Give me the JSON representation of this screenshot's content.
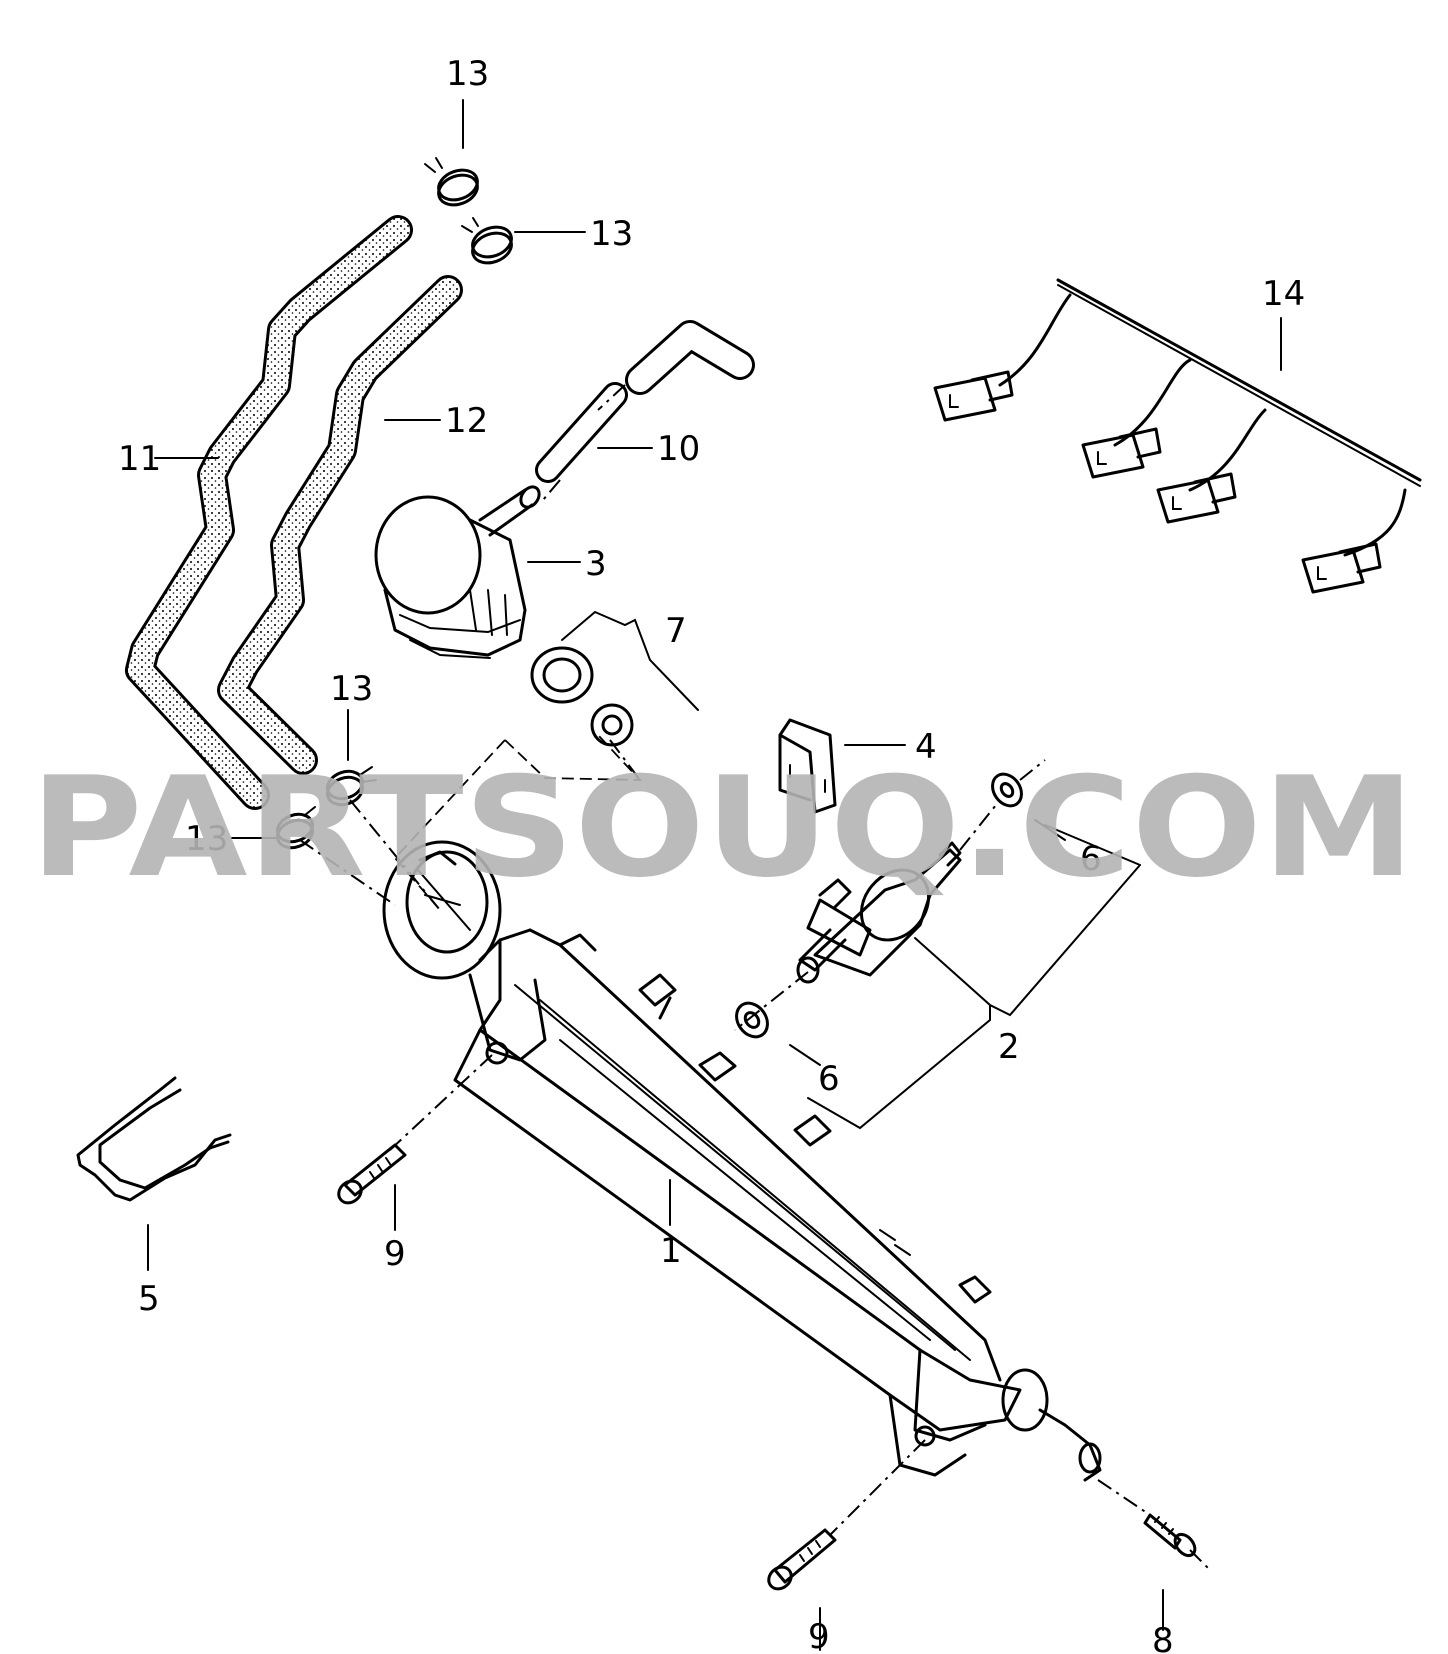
{
  "watermark": "PARTSOUQ.COM",
  "callouts": {
    "c1": "1",
    "c2": "2",
    "c3": "3",
    "c4": "4",
    "c5": "5",
    "c6a": "6",
    "c6b": "6",
    "c7": "7",
    "c8": "8",
    "c9a": "9",
    "c9b": "9",
    "c10": "10",
    "c11": "11",
    "c12": "12",
    "c13a": "13",
    "c13b": "13",
    "c13c": "13",
    "c13d": "13",
    "c14": "14"
  },
  "colors": {
    "ink": "#000000",
    "watermark": "#b4b4b4",
    "background": "#ffffff"
  }
}
